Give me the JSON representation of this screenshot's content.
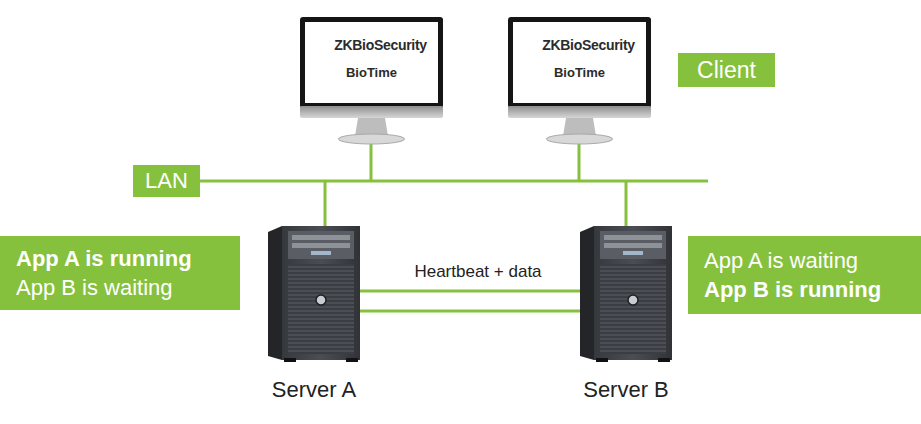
{
  "diagram": {
    "nodes": [
      {
        "text": [
          "ZKBioSecurity",
          "BioTime"
        ]
      },
      {
        "text": [
          "ZKBioSecurity",
          "BioTime"
        ]
      },
      {
        "text": [
          "Client"
        ]
      },
      {
        "text": [
          "LAN"
        ]
      },
      {
        "text": [
          "App A is running",
          "App B is waiting"
        ]
      },
      {
        "text": [
          "Server A"
        ]
      },
      {
        "text": [
          "Server B"
        ]
      },
      {
        "text": [
          "App A is waiting",
          "App B is running"
        ]
      }
    ],
    "edges": [
      {
        "from": 5,
        "to": 6,
        "arrow": "none",
        "label": "Heartbeat + data"
      },
      {
        "from": 5,
        "to": 6,
        "arrow": "none"
      }
    ]
  }
}
